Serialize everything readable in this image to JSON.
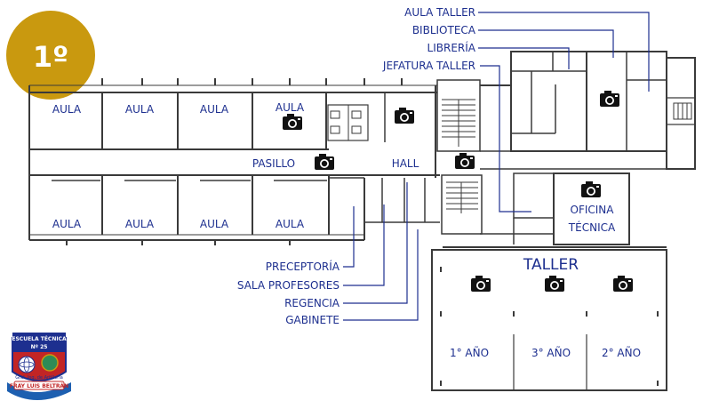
{
  "floor_badge": {
    "label": "1º",
    "color": "#c9990f"
  },
  "colors": {
    "label_blue": "#1d2f8f",
    "wall": "#3a3a3a",
    "accent": "#c9990f"
  },
  "rooms": {
    "aula_top": [
      "AULA",
      "AULA",
      "AULA",
      "AULA"
    ],
    "aula_bottom": [
      "AULA",
      "AULA",
      "AULA",
      "AULA"
    ],
    "pasillo": "PASILLO",
    "hall": "HALL",
    "oficina_line1": "OFICINA",
    "oficina_line2": "TÉCNICA",
    "taller": "TALLER",
    "anio_1": "1° AÑO",
    "anio_3": "3° AÑO",
    "anio_2": "2° AÑO"
  },
  "callouts_top": [
    "AULA TALLER",
    "BIBLIOTECA",
    "LIBRERÍA",
    "JEFATURA TALLER"
  ],
  "callouts_bottom": [
    "PRECEPTORÍA",
    "SALA PROFESORES",
    "REGENCIA",
    "GABINETE"
  ],
  "camera_icon": "camera-icon",
  "logo": {
    "line1": "ESCUELA TÉCNICA",
    "line2": "Nº 25",
    "arc": "Gral. Ing. de Artillería",
    "name": "FRAY LUIS BELTRÁN"
  }
}
